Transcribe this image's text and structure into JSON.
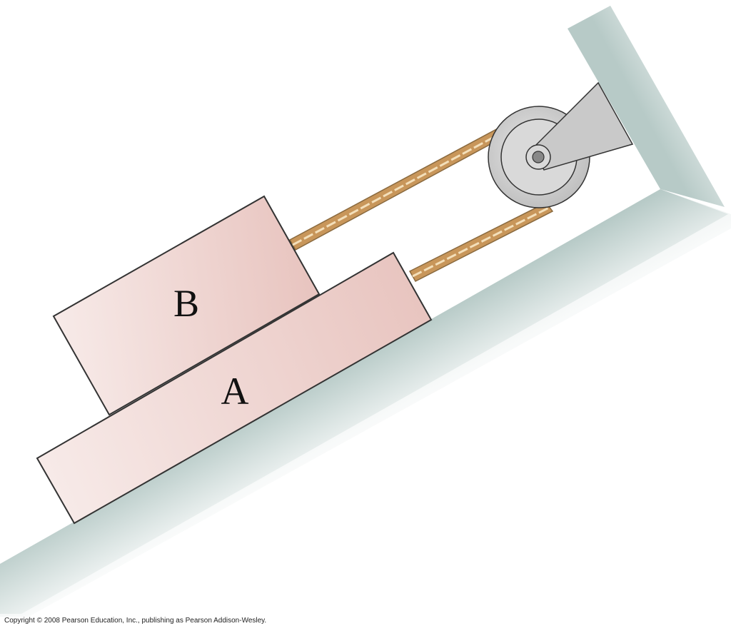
{
  "figure": {
    "block_a_label": "A",
    "block_b_label": "B",
    "copyright": "Copyright © 2008 Pearson Education, Inc., publishing as Pearson Addison-Wesley.",
    "colors": {
      "block_fill": "#ecc9c4",
      "incline_fill": "#bfd0cd",
      "rope": "#c8965a",
      "pulley": "#d6d6d6",
      "bracket": "#c9c9c9"
    },
    "elements": [
      "incline",
      "wall",
      "pulley",
      "pulley-bracket",
      "upper-rope",
      "lower-rope",
      "block-b",
      "block-a"
    ]
  }
}
